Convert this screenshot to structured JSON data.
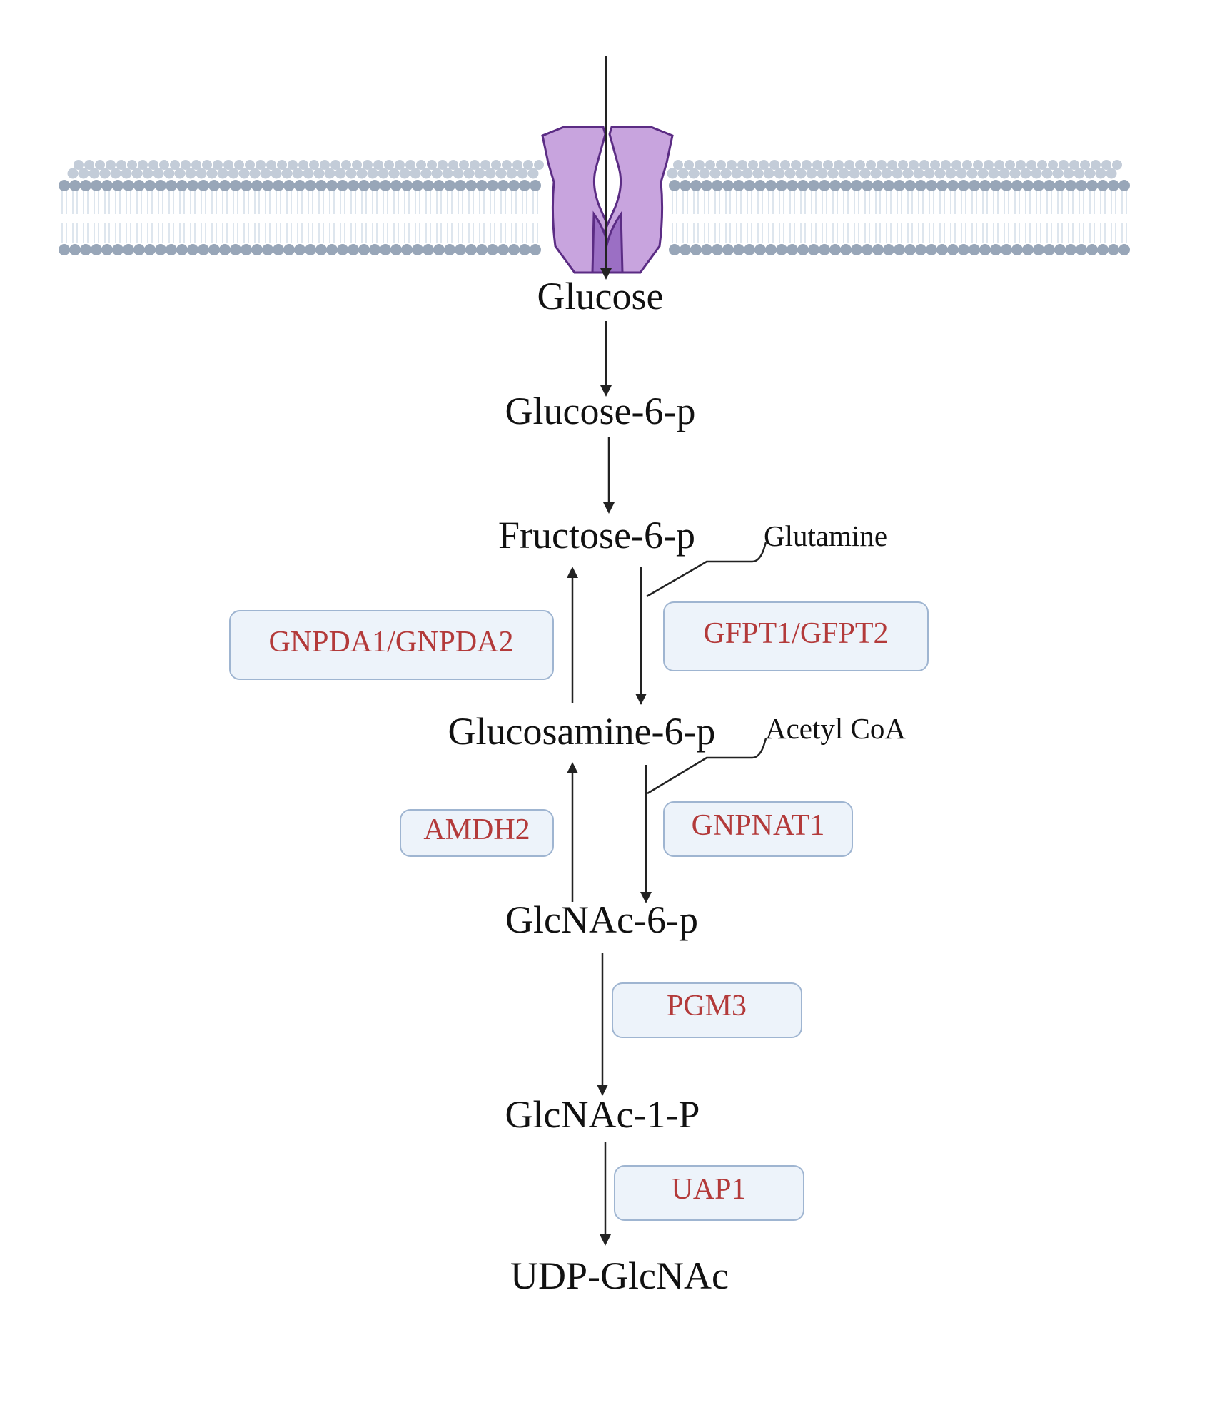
{
  "diagram": {
    "metabolites": {
      "glucose": "Glucose",
      "glucose_6p": "Glucose-6-p",
      "fructose_6p": "Fructose-6-p",
      "glucosamine_6p": "Glucosamine-6-p",
      "glcnac_6p": "GlcNAc-6-p",
      "glcnac_1p": "GlcNAc-1-P",
      "udp_glcnac": "UDP-GlcNAc"
    },
    "cosubstrates": {
      "glutamine": "Glutamine",
      "acetyl_coa": "Acetyl CoA"
    },
    "enzymes": {
      "gnpda": "GNPDA1/GNPDA2",
      "gfpt": "GFPT1/GFPT2",
      "amdh2": "AMDH2",
      "gnpnat1": "GNPNAT1",
      "pgm3": "PGM3",
      "uap1": "UAP1"
    },
    "colors": {
      "enzyme_text": "#b33a3a",
      "enzyme_box": "#edf3fa",
      "transporter": "#c8a4de",
      "membrane": "#98a6b8"
    },
    "icons": {
      "membrane": "lipid-bilayer",
      "transporter": "glucose-transporter-channel"
    }
  }
}
